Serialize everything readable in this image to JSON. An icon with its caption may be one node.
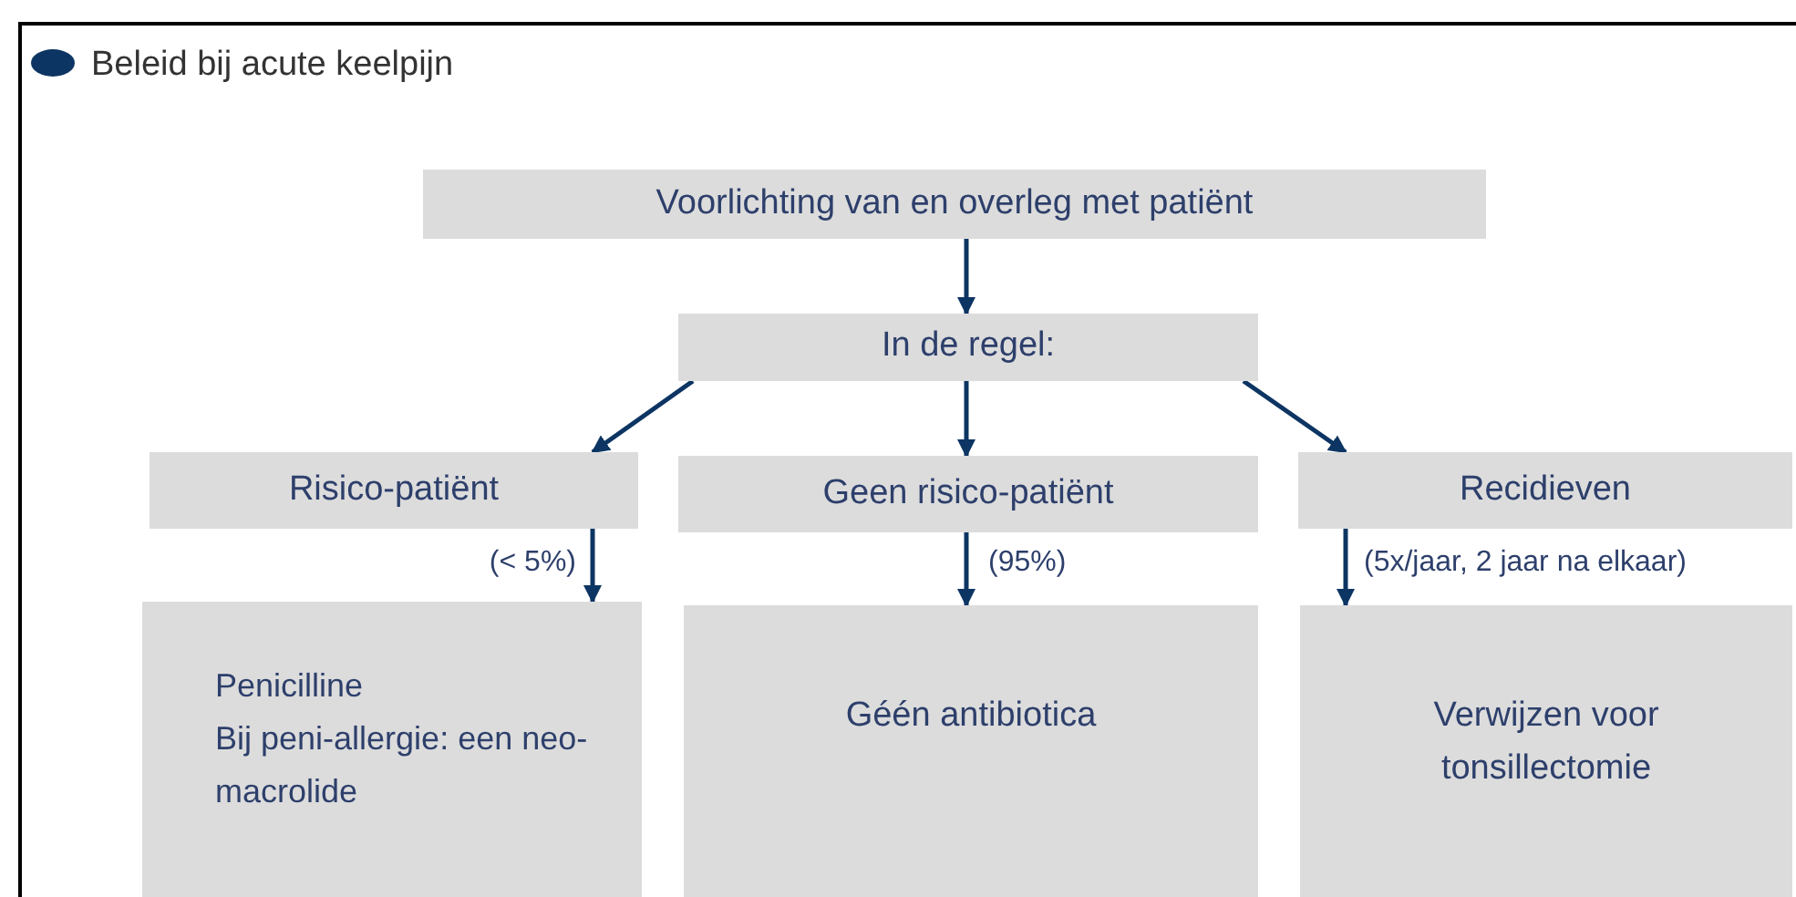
{
  "diagram": {
    "title": "Beleid bij acute keelpijn",
    "nodes": [
      {
        "text": [
          "Voorlichting van en overleg met patiënt"
        ]
      },
      {
        "text": [
          "In de regel:"
        ]
      },
      {
        "text": [
          "Risico-patiënt"
        ]
      },
      {
        "text": [
          "Geen risico-patiënt"
        ]
      },
      {
        "text": [
          "Recidieven"
        ]
      },
      {
        "text": [
          "Penicilline",
          "Bij peni-allergie: een neo-macrolide"
        ]
      },
      {
        "text": [
          "Géén antibiotica"
        ]
      },
      {
        "text": [
          "Verwijzen voor tonsillectomie"
        ]
      }
    ],
    "edges": [
      {
        "from": 0,
        "to": 1,
        "arrow": "to"
      },
      {
        "from": 1,
        "to": 2,
        "arrow": "to"
      },
      {
        "from": 1,
        "to": 3,
        "arrow": "to"
      },
      {
        "from": 1,
        "to": 4,
        "arrow": "to"
      },
      {
        "from": 2,
        "to": 5,
        "arrow": "to",
        "label": "(< 5%)"
      },
      {
        "from": 3,
        "to": 6,
        "arrow": "to",
        "label": "(95%)"
      },
      {
        "from": 4,
        "to": 7,
        "arrow": "to",
        "label": "(5x/jaar, 2 jaar na elkaar)"
      }
    ]
  }
}
